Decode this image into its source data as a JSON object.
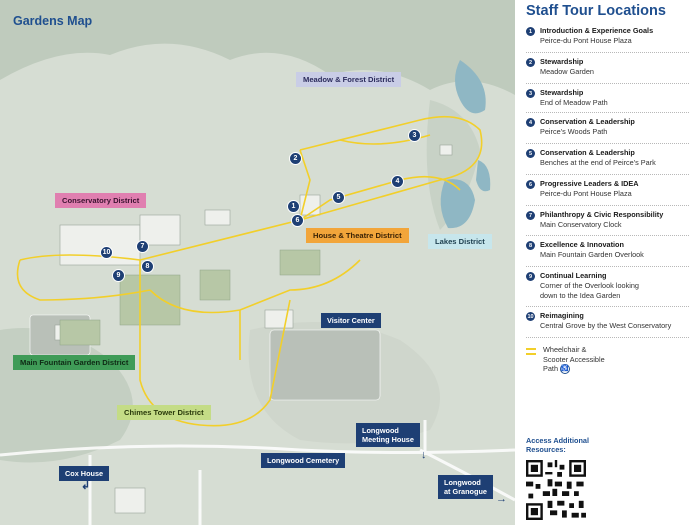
{
  "map": {
    "title": "Gardens Map",
    "districts": [
      {
        "id": "meadow",
        "label": "Meadow & Forest District",
        "bg": "#c9cde6",
        "color": "#2b2b5c"
      },
      {
        "id": "conservatory",
        "label": "Conservatory District",
        "bg": "#e07fb0",
        "color": "#3b1330"
      },
      {
        "id": "house",
        "label": "House & Theatre District",
        "bg": "#f2a53a",
        "color": "#3a2205"
      },
      {
        "id": "lakes",
        "label": "Lakes District",
        "bg": "#c7e6ec",
        "color": "#1e3f4f"
      },
      {
        "id": "fountain",
        "label": "Main Fountain Garden District",
        "bg": "#3f9b57",
        "color": "#0f2a15"
      },
      {
        "id": "chimes",
        "label": "Chimes Tower District",
        "bg": "#c4dc86",
        "color": "#2a3a0c"
      }
    ],
    "markers": [
      "1",
      "2",
      "3",
      "4",
      "5",
      "6",
      "7",
      "8",
      "9",
      "10"
    ],
    "places": [
      {
        "id": "visitor",
        "label": "Visitor Center"
      },
      {
        "id": "meeting",
        "label": "Longwood\nMeeting House"
      },
      {
        "id": "cemetery",
        "label": "Longwood Cemetery"
      },
      {
        "id": "cox",
        "label": "Cox House"
      },
      {
        "id": "granogue",
        "label": "Longwood\nat Granogue"
      }
    ]
  },
  "sidebar": {
    "title": "Staff Tour Locations",
    "locations": [
      {
        "num": "1",
        "title": "Introduction & Experience Goals",
        "place": "Peirce-du Pont House Plaza"
      },
      {
        "num": "2",
        "title": "Stewardship",
        "place": "Meadow Garden"
      },
      {
        "num": "3",
        "title": "Stewardship",
        "place": "End of Meadow Path"
      },
      {
        "num": "4",
        "title": "Conservation & Leadership",
        "place": "Peirce's Woods Path"
      },
      {
        "num": "5",
        "title": "Conservation & Leadership",
        "place": "Benches at the end of Peirce's Park"
      },
      {
        "num": "6",
        "title": "Progressive Leaders & IDEA",
        "place": "Peirce-du Pont House Plaza"
      },
      {
        "num": "7",
        "title": "Philanthropy & Civic Responsibility",
        "place": "Main Conservatory Clock"
      },
      {
        "num": "8",
        "title": "Excellence & Innovation",
        "place": "Main Fountain Garden Overlook"
      },
      {
        "num": "9",
        "title": "Continual Learning",
        "place": "Corner of the Overlook looking\ndown to the Idea Garden"
      },
      {
        "num": "10",
        "title": "Reimagining",
        "place": "Central Grove by the West Conservatory"
      }
    ],
    "legend": {
      "label": "Wheelchair &\nScooter Accessible\nPath",
      "icon": "wheelchair-icon",
      "color": "#f2cf2a"
    },
    "access_title": "Access Additional\nResources:"
  },
  "colors": {
    "accent": "#1f4f8f",
    "marker": "#1e3f74",
    "path": "#f2cf2a"
  }
}
